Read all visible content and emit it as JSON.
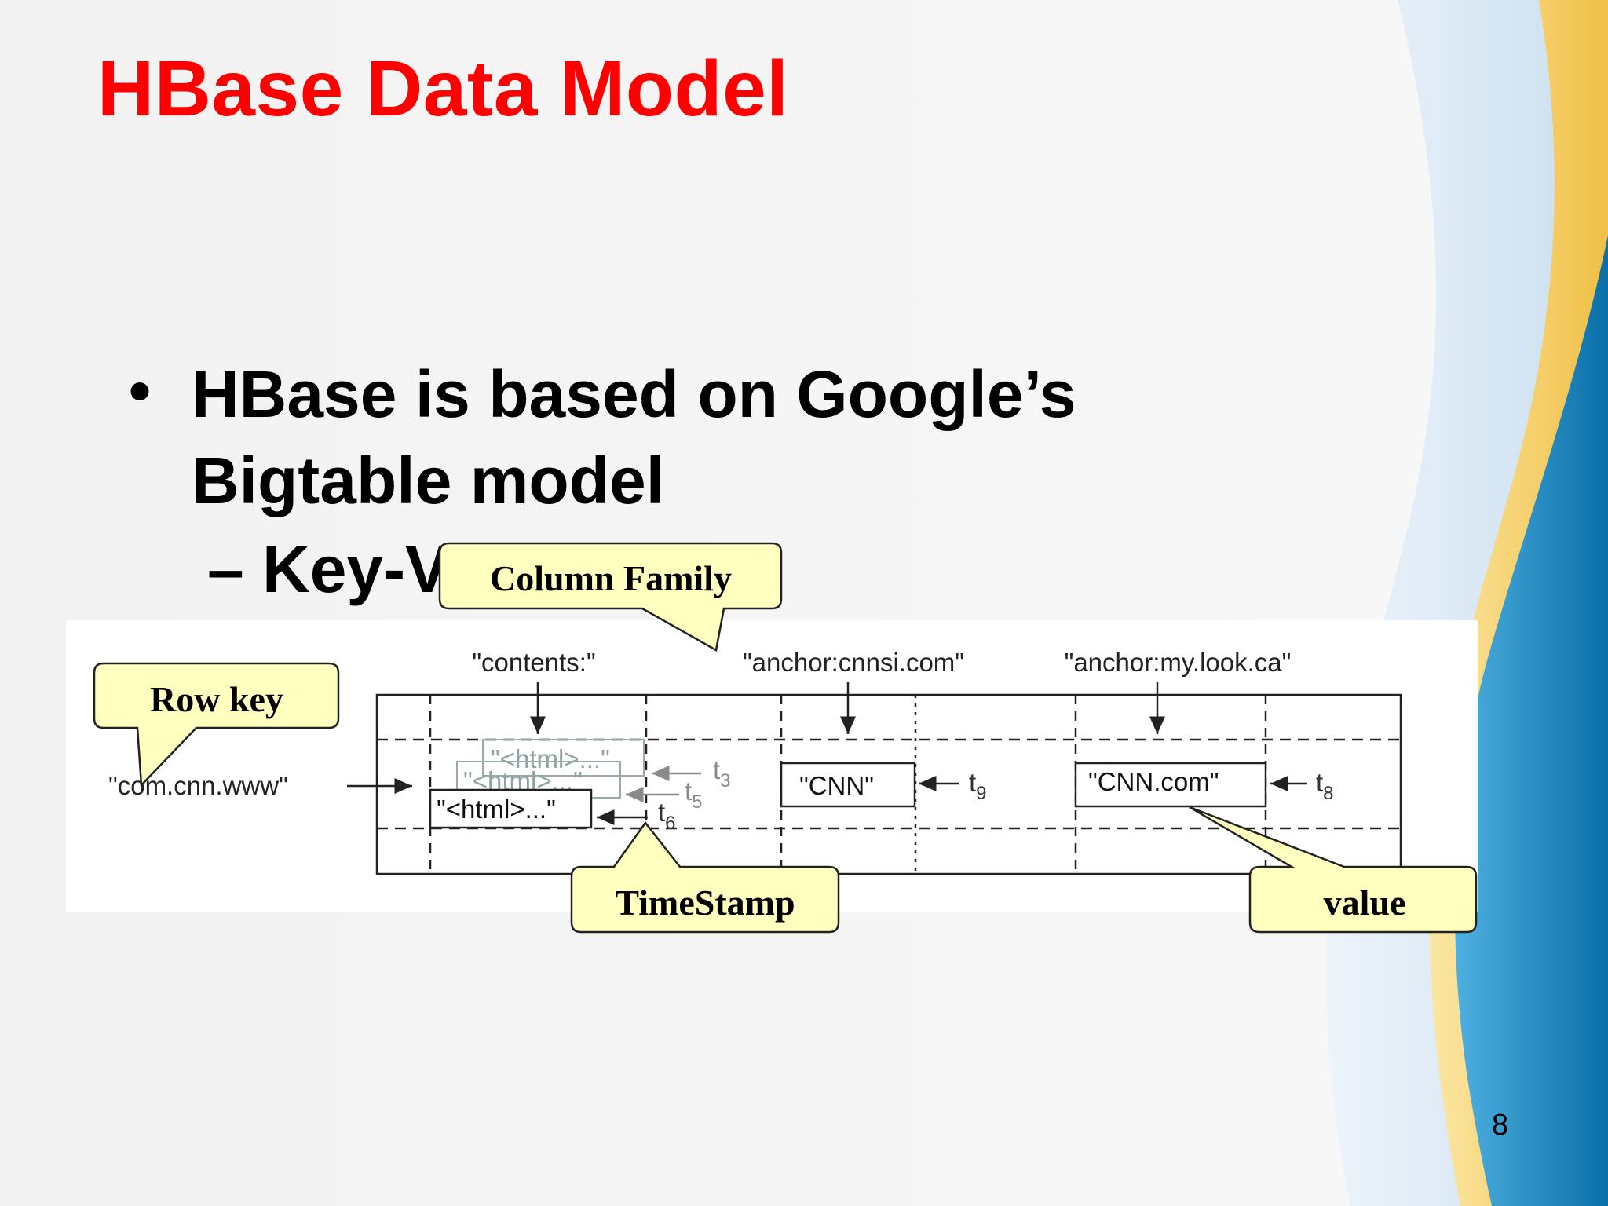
{
  "slide": {
    "title": "HBase Data Model",
    "bullet": {
      "line1": "HBase is based on Google’s",
      "line2": "Bigtable model",
      "marker": "•"
    },
    "sub_bullet": "– Key-V",
    "page_number": "8"
  },
  "diagram": {
    "row_key": "\"com.cnn.www\"",
    "columns": {
      "contents": "\"contents:\"",
      "anchor_cnnsi": "\"anchor:cnnsi.com\"",
      "anchor_mylook": "\"anchor:my.look.ca\""
    },
    "cells": {
      "html_t3": "\"<html>...\"",
      "html_t5": "\"<html>...\"",
      "html_t6": "\"<html>...\"",
      "cnn": "\"CNN\"",
      "cnn_com": "\"CNN.com\""
    },
    "timestamps": {
      "t3": "t",
      "t3_sub": "3",
      "t5": "t",
      "t5_sub": "5",
      "t6": "t",
      "t6_sub": "6",
      "t9": "t",
      "t9_sub": "9",
      "t8": "t",
      "t8_sub": "8"
    }
  },
  "callouts": {
    "column_family": "Column Family",
    "row_key": "Row key",
    "timestamp": "TimeStamp",
    "value": "value"
  },
  "colors": {
    "title": "#ff0000",
    "callout_fill": "#ffffc0",
    "wave_light": "#d6e7f5",
    "wave_gold": "#f2c550",
    "wave_blue": "#1a8ac8"
  }
}
